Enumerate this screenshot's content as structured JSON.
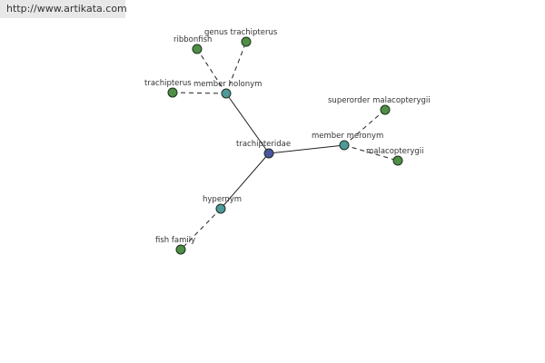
{
  "banner": {
    "url": "http://www.artikata.com"
  },
  "colors": {
    "center": "#4b55a0",
    "relation": "#4e9a9a",
    "leaf": "#4f8f45"
  },
  "graph": {
    "nodes": [
      {
        "id": "trachipteridae",
        "label": "trachipteridae",
        "kind": "center"
      },
      {
        "id": "member-holonym",
        "label": "member holonym",
        "kind": "relation"
      },
      {
        "id": "member-meronym",
        "label": "member meronym",
        "kind": "relation"
      },
      {
        "id": "hypernym",
        "label": "hypernym",
        "kind": "relation"
      },
      {
        "id": "ribbonfish",
        "label": "ribbonfish",
        "kind": "leaf"
      },
      {
        "id": "genus-trachipterus",
        "label": "genus trachipterus",
        "kind": "leaf"
      },
      {
        "id": "trachipterus",
        "label": "trachipterus",
        "kind": "leaf"
      },
      {
        "id": "superorder-malacopterygii",
        "label": "superorder malacopterygii",
        "kind": "leaf"
      },
      {
        "id": "malacopterygii",
        "label": "malacopterygii",
        "kind": "leaf"
      },
      {
        "id": "fish-family",
        "label": "fish family",
        "kind": "leaf"
      }
    ],
    "edges": [
      {
        "from": "trachipteridae",
        "to": "member-holonym",
        "style": "solid"
      },
      {
        "from": "trachipteridae",
        "to": "member-meronym",
        "style": "solid"
      },
      {
        "from": "trachipteridae",
        "to": "hypernym",
        "style": "solid"
      },
      {
        "from": "member-holonym",
        "to": "ribbonfish",
        "style": "dashed"
      },
      {
        "from": "member-holonym",
        "to": "genus-trachipterus",
        "style": "dashed"
      },
      {
        "from": "member-holonym",
        "to": "trachipterus",
        "style": "dashed"
      },
      {
        "from": "member-meronym",
        "to": "superorder-malacopterygii",
        "style": "dashed"
      },
      {
        "from": "member-meronym",
        "to": "malacopterygii",
        "style": "dashed"
      },
      {
        "from": "hypernym",
        "to": "fish-family",
        "style": "dashed"
      }
    ]
  }
}
